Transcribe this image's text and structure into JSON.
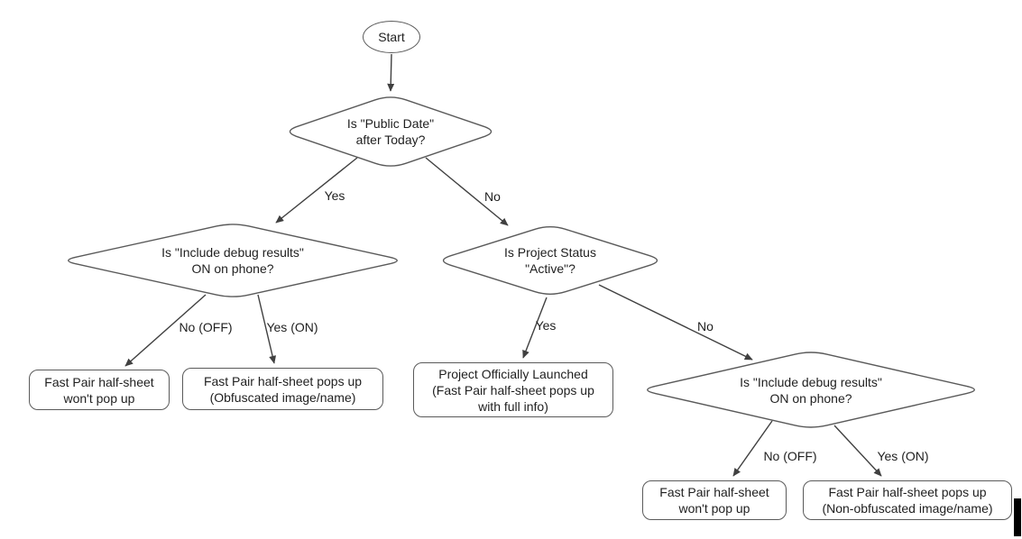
{
  "diagram": {
    "nodes": {
      "start": "Start",
      "q_public_date": "Is \"Public Date\"\nafter Today?",
      "q_debug_left": "Is \"Include debug results\"\nON on phone?",
      "q_status": "Is Project Status\n\"Active\"?",
      "q_debug_right": "Is \"Include debug results\"\nON on phone?",
      "out_no_popup_left": "Fast Pair half-sheet\nwon't pop up",
      "out_obfuscated": "Fast Pair half-sheet pops up\n(Obfuscated image/name)",
      "out_launched": "Project Officially Launched\n(Fast Pair half-sheet pops up\nwith full info)",
      "out_no_popup_right": "Fast Pair half-sheet\nwon't pop up",
      "out_non_obfuscated": "Fast Pair half-sheet pops up\n(Non-obfuscated image/name)"
    },
    "edge_labels": {
      "yes_top": "Yes",
      "no_top": "No",
      "no_off_left": "No (OFF)",
      "yes_on_left": "Yes (ON)",
      "yes_mid": "Yes",
      "no_mid": "No",
      "no_off_right": "No (OFF)",
      "yes_on_right": "Yes (ON)"
    },
    "colors": {
      "background": "#ffffff",
      "shape_stroke": "#5a5a5a",
      "arrow": "#404040",
      "text": "#1f1f1f",
      "caret": "#000000"
    }
  }
}
